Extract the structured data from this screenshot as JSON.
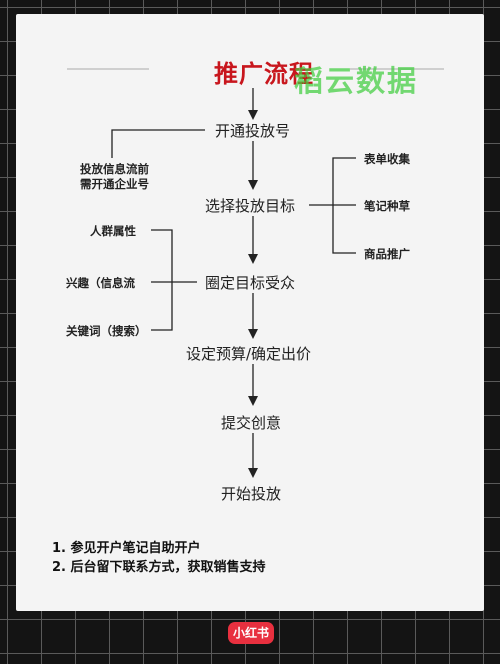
{
  "title": "推广流程",
  "watermark": "稻云数据",
  "main_steps": [
    "开通投放号",
    "选择投放目标",
    "圈定目标受众",
    "设定预算/确定出价",
    "提交创意",
    "开始投放"
  ],
  "left_note_1": [
    "投放信息流前",
    "需开通企业号"
  ],
  "goal_options": [
    "表单收集",
    "笔记种草",
    "商品推广"
  ],
  "audience_options": [
    "人群属性",
    "兴趣（信息流",
    "关键词（搜索）"
  ],
  "footer_notes": [
    "1. 参见开户笔记自助开户",
    "2. 后台留下联系方式，获取销售支持"
  ],
  "logo": "小红书",
  "colors": {
    "title": "#c8161d",
    "watermark": "#40cd3e",
    "logo_bg": "#e8303f"
  }
}
